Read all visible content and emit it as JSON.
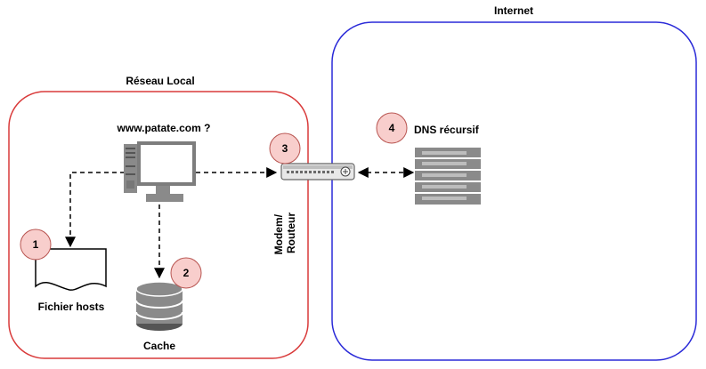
{
  "colors": {
    "local_border": "#d93a3a",
    "internet_border": "#2a2ad8",
    "badge_fill": "#f8cecc",
    "badge_stroke": "#b85450",
    "device_gray": "#8a8a8a",
    "dark_gray": "#555555"
  },
  "zones": {
    "local": {
      "label": "Réseau Local"
    },
    "internet": {
      "label": "Internet"
    }
  },
  "nodes": {
    "computer": {
      "label": "www.patate.com ?",
      "icon": "desktop-computer-icon"
    },
    "hosts": {
      "label": "Fichier hosts",
      "icon": "document-icon"
    },
    "cache": {
      "label": "Cache",
      "icon": "database-icon"
    },
    "router": {
      "label_line1": "Modem/",
      "label_line2": "Routeur",
      "icon": "router-switch-icon"
    },
    "dns": {
      "label": "DNS récursif",
      "icon": "server-rack-icon"
    }
  },
  "steps": [
    "1",
    "2",
    "3",
    "4"
  ]
}
